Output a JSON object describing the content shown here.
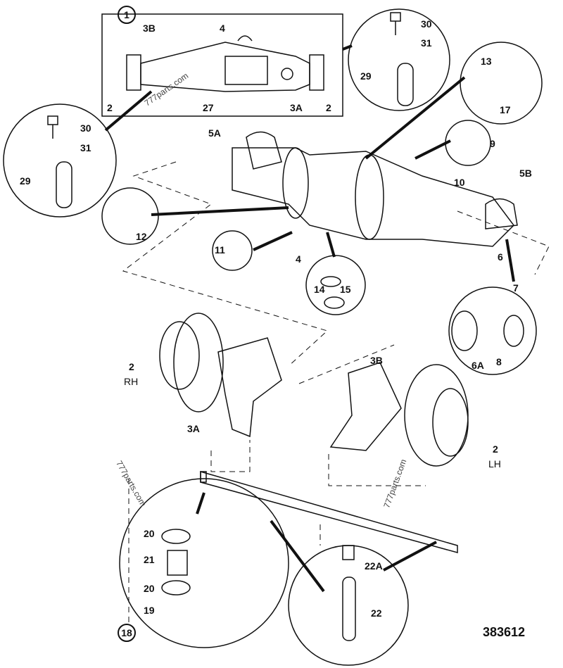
{
  "diagram_title_ref": "383612",
  "callout_groups": [
    "1",
    "18"
  ],
  "labels": {
    "inset_3B": "3B",
    "inset_4": "4",
    "inset_2_left": "2",
    "inset_27": "27",
    "inset_3A": "3A",
    "inset_2_right": "2",
    "tr_30": "30",
    "tr_31": "31",
    "tr_29": "29",
    "tr_13": "13",
    "tr_17": "17",
    "tl_30": "30",
    "tl_31": "31",
    "tl_29": "29",
    "p5A": "5A",
    "p9": "9",
    "p10": "10",
    "p5B": "5B",
    "p12": "12",
    "p11": "11",
    "p4": "4",
    "p14": "14",
    "p15": "15",
    "p6": "6",
    "p7": "7",
    "p6A": "6A",
    "p8": "8",
    "hub_rh_num": "2",
    "hub_rh_side": "RH",
    "p3A": "3A",
    "p3B": "3B",
    "hub_lh_num": "2",
    "hub_lh_side": "LH",
    "p20a": "20",
    "p21": "21",
    "p20b": "20",
    "p19": "19",
    "p22A": "22A",
    "p22": "22"
  },
  "watermark": "777parts.com"
}
